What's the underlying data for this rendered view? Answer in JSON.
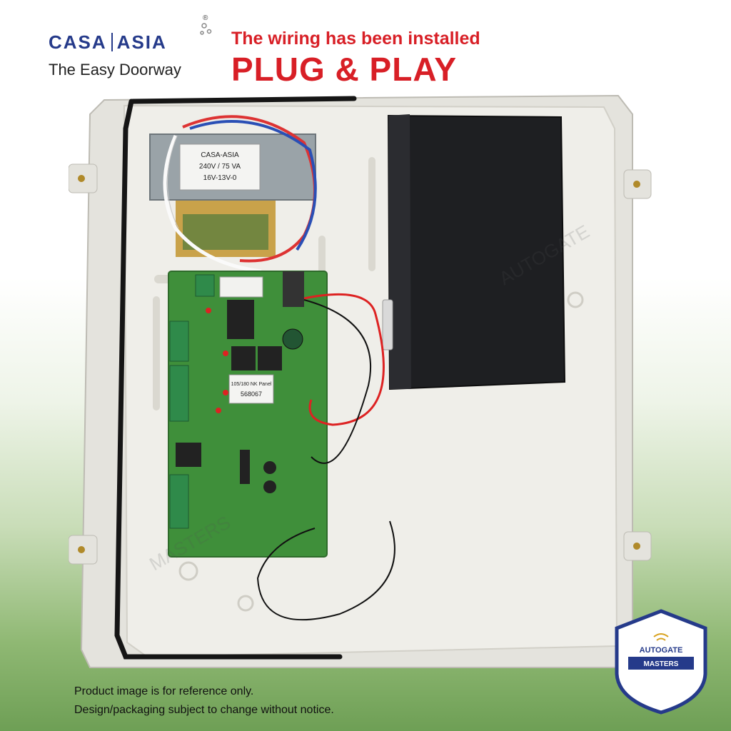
{
  "brand": {
    "name_left": "CASA",
    "name_right": "ASIA",
    "tagline": "The Easy Doorway",
    "registered": "®"
  },
  "headline": {
    "line1": "The wiring has been installed",
    "line2": "PLUG & PLAY"
  },
  "transformer_label": {
    "line1": "CASA-ASIA",
    "line2": "240V / 75 VA",
    "line3": "16V-13V-0"
  },
  "board_label": {
    "line1": "105/180 NK Panel",
    "line2": "568067"
  },
  "watermark": {
    "line1": "AUTOGATE",
    "line2": "MASTERS"
  },
  "footnote": {
    "line1": "Product image is for reference only.",
    "line2": "Design/packaging subject to change without notice."
  },
  "colors": {
    "brand_blue": "#253a8a",
    "headline_red": "#d81f26",
    "pcb_green": "#3f8f3a",
    "battery_black": "#1e1f22",
    "enclosure": "#ecebe6"
  }
}
